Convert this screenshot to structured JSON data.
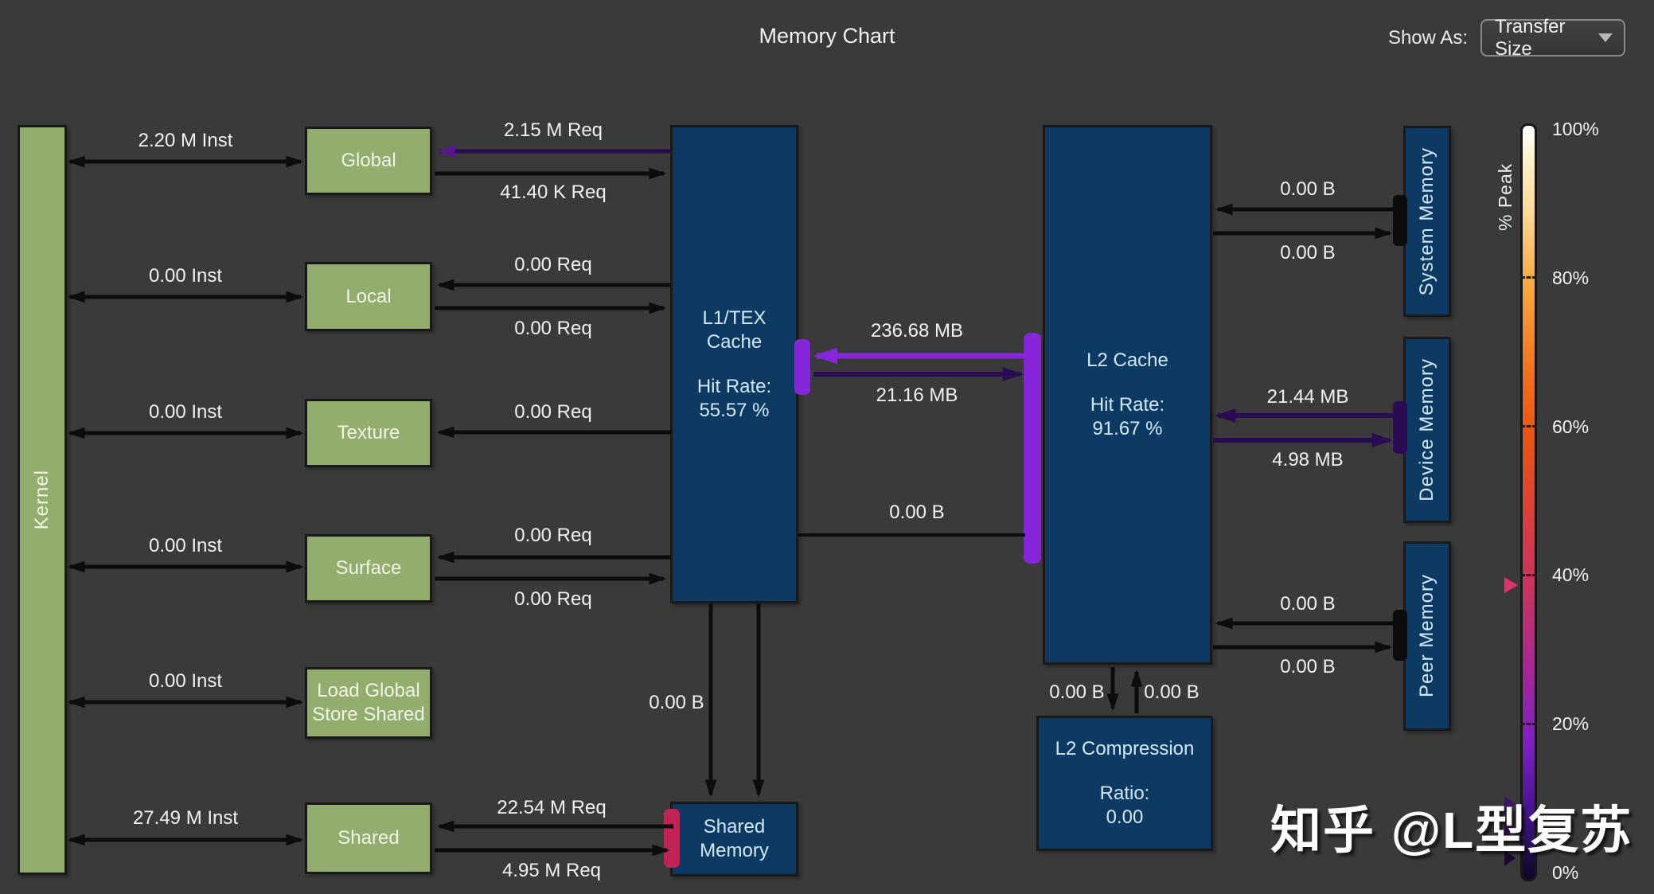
{
  "title": "Memory Chart",
  "toolbar": {
    "show_as_label": "Show As:",
    "show_as_value": "Transfer Size"
  },
  "kernel_label": "Kernel",
  "rows": {
    "global": {
      "label": "Global",
      "inst": "2.20 M Inst",
      "req_out": "2.15 M Req",
      "req_in": "41.40 K Req"
    },
    "local": {
      "label": "Local",
      "inst": "0.00 Inst",
      "req_out": "0.00 Req",
      "req_in": "0.00 Req"
    },
    "texture": {
      "label": "Texture",
      "inst": "0.00 Inst",
      "req_out": "0.00 Req"
    },
    "surface": {
      "label": "Surface",
      "inst": "0.00 Inst",
      "req_out": "0.00 Req",
      "req_in": "0.00 Req"
    },
    "load_global_store_shared": {
      "label_line1": "Load Global",
      "label_line2": "Store Shared",
      "inst": "0.00 Inst"
    },
    "shared": {
      "label": "Shared",
      "inst": "27.49 M Inst",
      "req_out": "22.54 M Req",
      "req_in": "4.95 M Req"
    }
  },
  "l1": {
    "name_line1": "L1/TEX",
    "name_line2": "Cache",
    "hit_rate_label": "Hit Rate:",
    "hit_rate_value": "55.57 %"
  },
  "l1_l2": {
    "to_l1_bytes": "236.68 MB",
    "to_l2_bytes": "21.16 MB",
    "zero_bytes": "0.00 B"
  },
  "l1_shared_memory_bytes": "0.00 B",
  "l2": {
    "name": "L2 Cache",
    "hit_rate_label": "Hit Rate:",
    "hit_rate_value": "91.67 %"
  },
  "shared_memory": {
    "name_line1": "Shared",
    "name_line2": "Memory"
  },
  "system_memory": {
    "name": "System Memory",
    "read_bytes": "0.00 B",
    "write_bytes": "0.00 B"
  },
  "device_memory": {
    "name": "Device Memory",
    "read_bytes": "21.44 MB",
    "write_bytes": "4.98 MB"
  },
  "peer_memory": {
    "name": "Peer Memory",
    "read_bytes": "0.00 B",
    "write_bytes": "0.00 B"
  },
  "l2_compression": {
    "name": "L2 Compression",
    "ratio_label": "Ratio:",
    "ratio_value": "0.00",
    "in_bytes": "0.00 B",
    "out_bytes": "0.00 B"
  },
  "scale": {
    "axis_label": "% Peak",
    "ticks": [
      "100%",
      "80%",
      "60%",
      "40%",
      "20%",
      "0%"
    ],
    "marker_percent": 39
  },
  "watermark": "知乎 @L型复苏",
  "colors": {
    "background": "#3a3a3a",
    "box_green": "#93ad6e",
    "box_blue": "#0d3a63",
    "arrow_black": "#0c0c0c",
    "arrow_dark_purple": "#2a0c52",
    "arrow_bright_purple": "#8526da",
    "port_crimson": "#c22355",
    "marker_pink": "#d93570"
  }
}
